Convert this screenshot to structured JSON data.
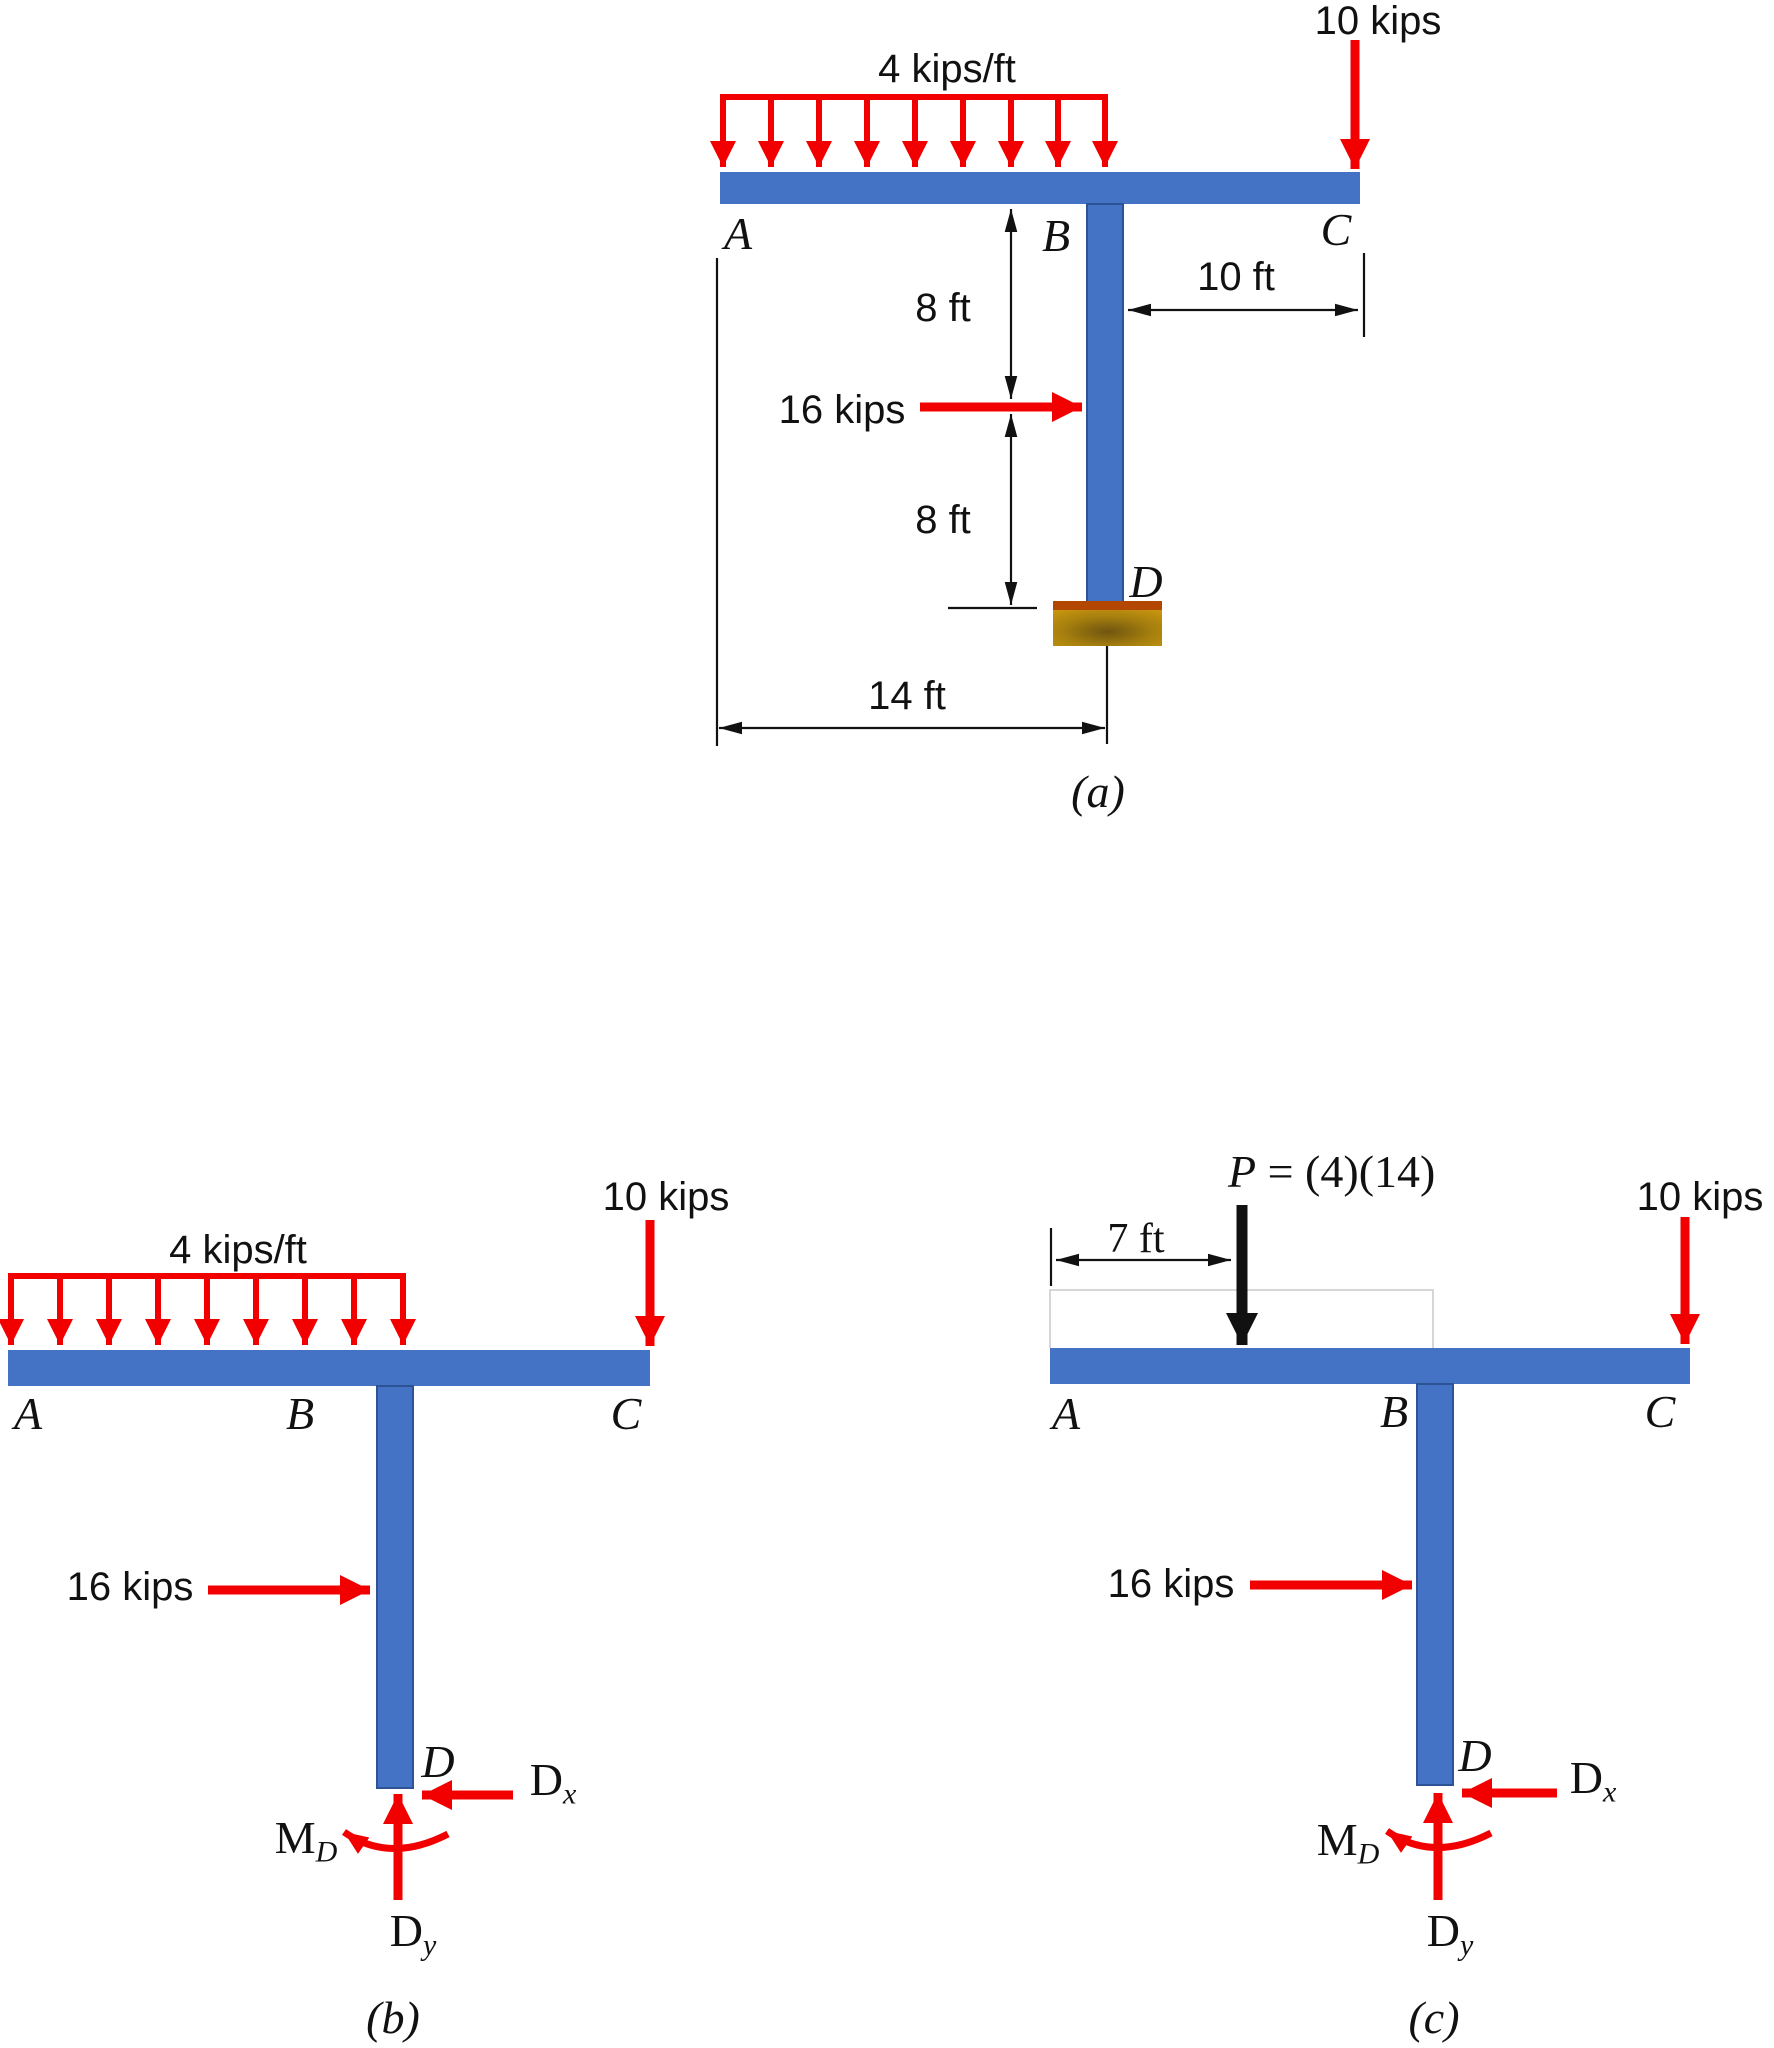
{
  "colors": {
    "ink": "#111111",
    "member_blue": "#4472C4",
    "member_border": "#2E5395",
    "arrow_red": "#F20000",
    "ghost_gray": "#C9C9C9",
    "support_plate": "#B34700",
    "support_gold": "#C8960F",
    "support_gold_dark": "#6F5510"
  },
  "figure_a": {
    "caption": "(a)",
    "distributed_load_label": "4 kips/ft",
    "tip_load_label": "10 kips",
    "side_load_label": "16 kips",
    "dim_upper": "8 ft",
    "dim_lower": "8 ft",
    "dim_right": "10 ft",
    "dim_bottom": "14 ft",
    "node_a": "A",
    "node_b": "B",
    "node_c": "C",
    "node_d": "D"
  },
  "figure_b": {
    "caption": "(b)",
    "distributed_load_label": "4 kips/ft",
    "tip_load_label": "10 kips",
    "side_load_label": "16 kips",
    "node_a": "A",
    "node_b": "B",
    "node_c": "C",
    "node_d": "D",
    "reaction_x": {
      "base": "D",
      "sub": "x"
    },
    "reaction_y": {
      "base": "D",
      "sub": "y"
    },
    "reaction_m": {
      "base": "M",
      "sub": "D"
    }
  },
  "figure_c": {
    "caption": "(c)",
    "resultant_label": {
      "base": "P",
      "rest": " = (4)(14)"
    },
    "dim_left": "7 ft",
    "tip_load_label": "10 kips",
    "side_load_label": "16 kips",
    "node_a": "A",
    "node_b": "B",
    "node_c": "C",
    "node_d": "D",
    "reaction_x": {
      "base": "D",
      "sub": "x"
    },
    "reaction_y": {
      "base": "D",
      "sub": "y"
    },
    "reaction_m": {
      "base": "M",
      "sub": "D"
    }
  }
}
